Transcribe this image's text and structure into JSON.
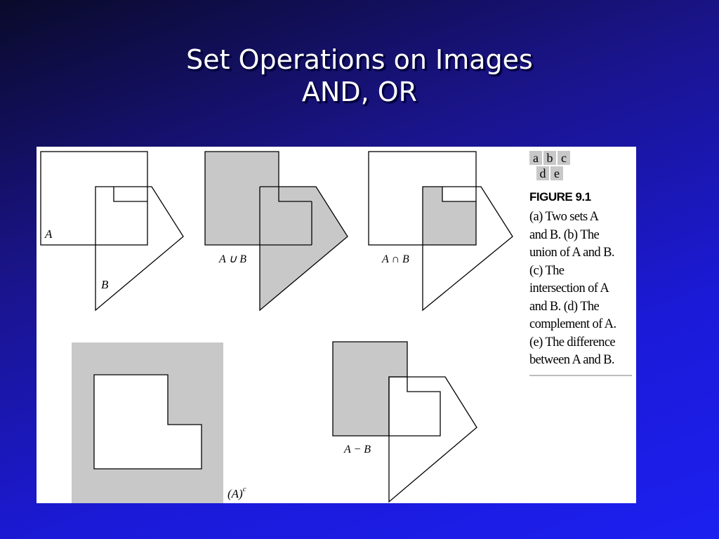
{
  "slide": {
    "title_line1": "Set Operations on Images",
    "title_line2": "AND,  OR"
  },
  "figure": {
    "panel_keys_row1": [
      "a",
      "b",
      "c"
    ],
    "panel_keys_row2": [
      "d",
      "e"
    ],
    "caption_title": "FIGURE 9.1",
    "caption_lines": [
      "(a) Two sets A",
      "and B. (b) The",
      "union of A and B.",
      "(c) The",
      "intersection of A",
      "and B. (d) The",
      "complement of A.",
      "(e) The difference",
      "between A and B."
    ],
    "labels": {
      "set_a": "A",
      "set_b": "B",
      "union": "A ∪ B",
      "intersection": "A ∩ B",
      "complement": "(A)",
      "complement_sup": "c",
      "difference": "A − B"
    },
    "colors": {
      "shade": "#c8c8c8",
      "stroke": "#000000"
    }
  }
}
